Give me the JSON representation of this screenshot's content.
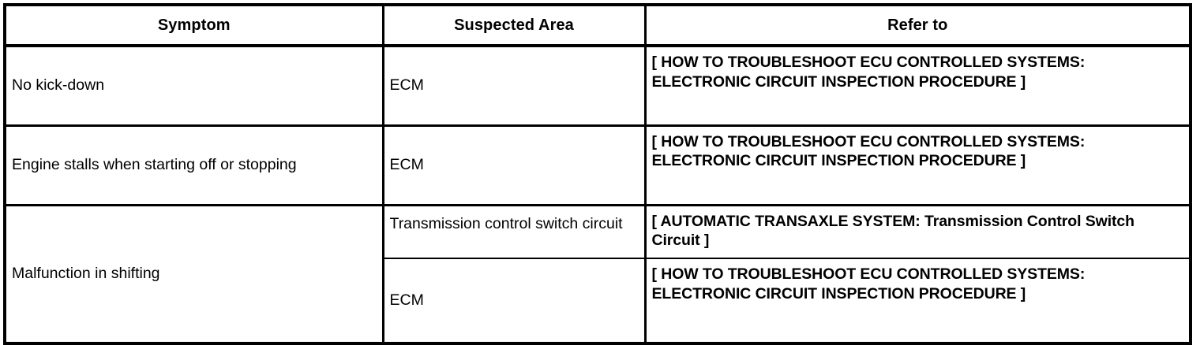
{
  "table": {
    "headers": {
      "symptom": "Symptom",
      "suspected_area": "Suspected Area",
      "refer_to": "Refer to"
    },
    "rows": [
      {
        "symptom": "No kick-down",
        "suspected_area": "ECM",
        "refer_to": "[ HOW TO TROUBLESHOOT ECU CONTROLLED SYSTEMS: ELECTRONIC CIRCUIT INSPECTION PROCEDURE ]"
      },
      {
        "symptom": "Engine stalls when starting off or stopping",
        "suspected_area": "ECM",
        "refer_to": "[ HOW TO TROUBLESHOOT ECU CONTROLLED SYSTEMS: ELECTRONIC CIRCUIT INSPECTION PROCEDURE ]"
      },
      {
        "symptom": "Malfunction in shifting",
        "sub_rows": [
          {
            "suspected_area": "Transmission control switch circuit",
            "refer_to": "[ AUTOMATIC TRANSAXLE SYSTEM: Transmission Control Switch Circuit ]"
          },
          {
            "suspected_area": "ECM",
            "refer_to": "[ HOW TO TROUBLESHOOT ECU CONTROLLED SYSTEMS: ELECTRONIC CIRCUIT INSPECTION PROCEDURE ]"
          }
        ]
      }
    ]
  },
  "colors": {
    "border": "#000000",
    "text": "#000000",
    "background": "#ffffff"
  }
}
